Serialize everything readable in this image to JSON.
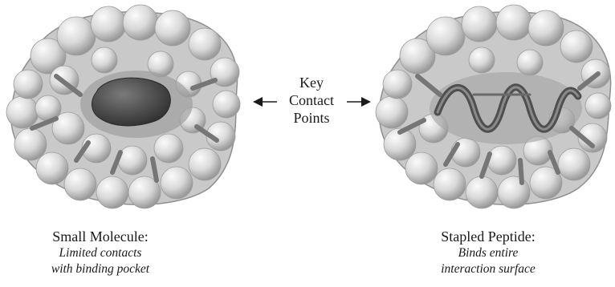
{
  "center_label": {
    "line1": "Key",
    "line2": "Contact",
    "line3": "Points"
  },
  "left_panel": {
    "title": "Small Molecule:",
    "subtitle_line1": "Limited contacts",
    "subtitle_line2": "with binding pocket"
  },
  "right_panel": {
    "title": "Stapled Peptide:",
    "subtitle_line1": "Binds entire",
    "subtitle_line2": "interaction surface"
  },
  "colors": {
    "surface_light": "#e6e6e6",
    "surface_mid": "#bdbdbd",
    "surface_shadow": "#8a8a8a",
    "arrow": "#7a7a7a",
    "ligand": "#4a4a4a",
    "helix": "#5a5a5a"
  }
}
